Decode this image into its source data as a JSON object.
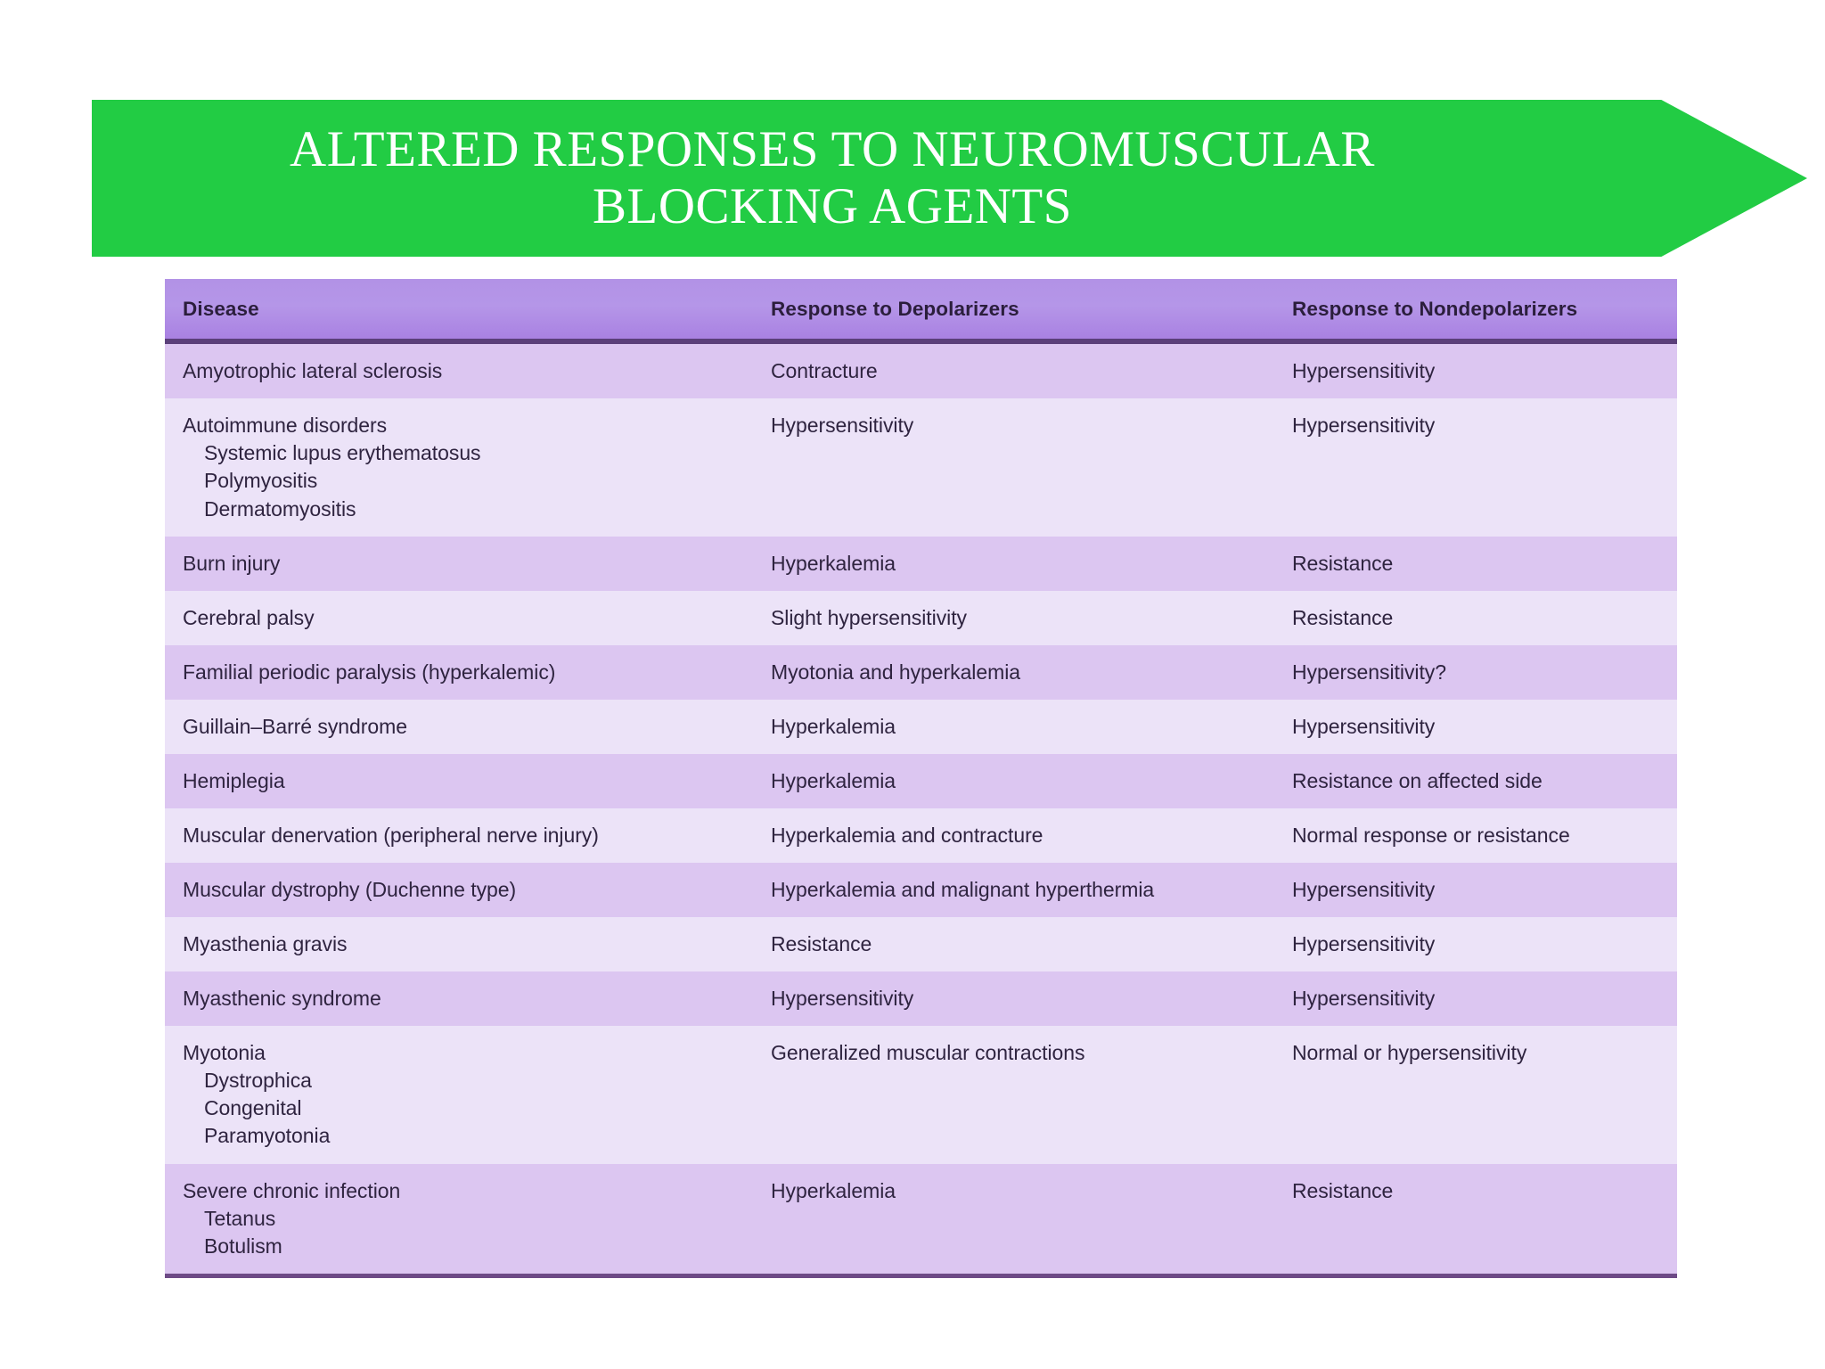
{
  "slide": {
    "title_line1": "ALTERED RESPONSES TO NEUROMUSCULAR",
    "title_line2": "BLOCKING AGENTS",
    "banner_color": "#22cc44",
    "title_color": "#ffffff",
    "background_color": "#ffffff"
  },
  "table": {
    "header_background": "#b292e6",
    "row_band_dark": "#dcc6f1",
    "row_band_light": "#ece3f8",
    "border_color": "#5b3f7a",
    "columns": [
      "Disease",
      "Response to Depolarizers",
      "Response to Nondepolarizers"
    ],
    "rows": [
      {
        "disease": "Amyotrophic lateral sclerosis",
        "sub": [],
        "depolarizers": "Contracture",
        "nondepolarizers": "Hypersensitivity"
      },
      {
        "disease": "Autoimmune disorders",
        "sub": [
          "Systemic lupus erythematosus",
          "Polymyositis",
          "Dermatomyositis"
        ],
        "depolarizers": "Hypersensitivity",
        "nondepolarizers": "Hypersensitivity"
      },
      {
        "disease": "Burn injury",
        "sub": [],
        "depolarizers": "Hyperkalemia",
        "nondepolarizers": "Resistance"
      },
      {
        "disease": "Cerebral palsy",
        "sub": [],
        "depolarizers": "Slight hypersensitivity",
        "nondepolarizers": "Resistance"
      },
      {
        "disease": "Familial periodic paralysis (hyperkalemic)",
        "sub": [],
        "depolarizers": "Myotonia and hyperkalemia",
        "nondepolarizers": "Hypersensitivity?"
      },
      {
        "disease": "Guillain–Barré syndrome",
        "sub": [],
        "depolarizers": "Hyperkalemia",
        "nondepolarizers": "Hypersensitivity"
      },
      {
        "disease": "Hemiplegia",
        "sub": [],
        "depolarizers": "Hyperkalemia",
        "nondepolarizers": "Resistance on affected side"
      },
      {
        "disease": "Muscular denervation (peripheral nerve injury)",
        "sub": [],
        "depolarizers": "Hyperkalemia and contracture",
        "nondepolarizers": "Normal response or resistance"
      },
      {
        "disease": "Muscular dystrophy (Duchenne type)",
        "sub": [],
        "depolarizers": "Hyperkalemia and malignant hyperthermia",
        "nondepolarizers": "Hypersensitivity"
      },
      {
        "disease": "Myasthenia gravis",
        "sub": [],
        "depolarizers": "Resistance",
        "nondepolarizers": "Hypersensitivity"
      },
      {
        "disease": "Myasthenic syndrome",
        "sub": [],
        "depolarizers": "Hypersensitivity",
        "nondepolarizers": "Hypersensitivity"
      },
      {
        "disease": "Myotonia",
        "sub": [
          "Dystrophica",
          "Congenital",
          "Paramyotonia"
        ],
        "depolarizers": "Generalized muscular contractions",
        "nondepolarizers": "Normal or hypersensitivity"
      },
      {
        "disease": "Severe chronic infection",
        "sub": [
          "Tetanus",
          "Botulism"
        ],
        "depolarizers": "Hyperkalemia",
        "nondepolarizers": "Resistance"
      }
    ]
  }
}
